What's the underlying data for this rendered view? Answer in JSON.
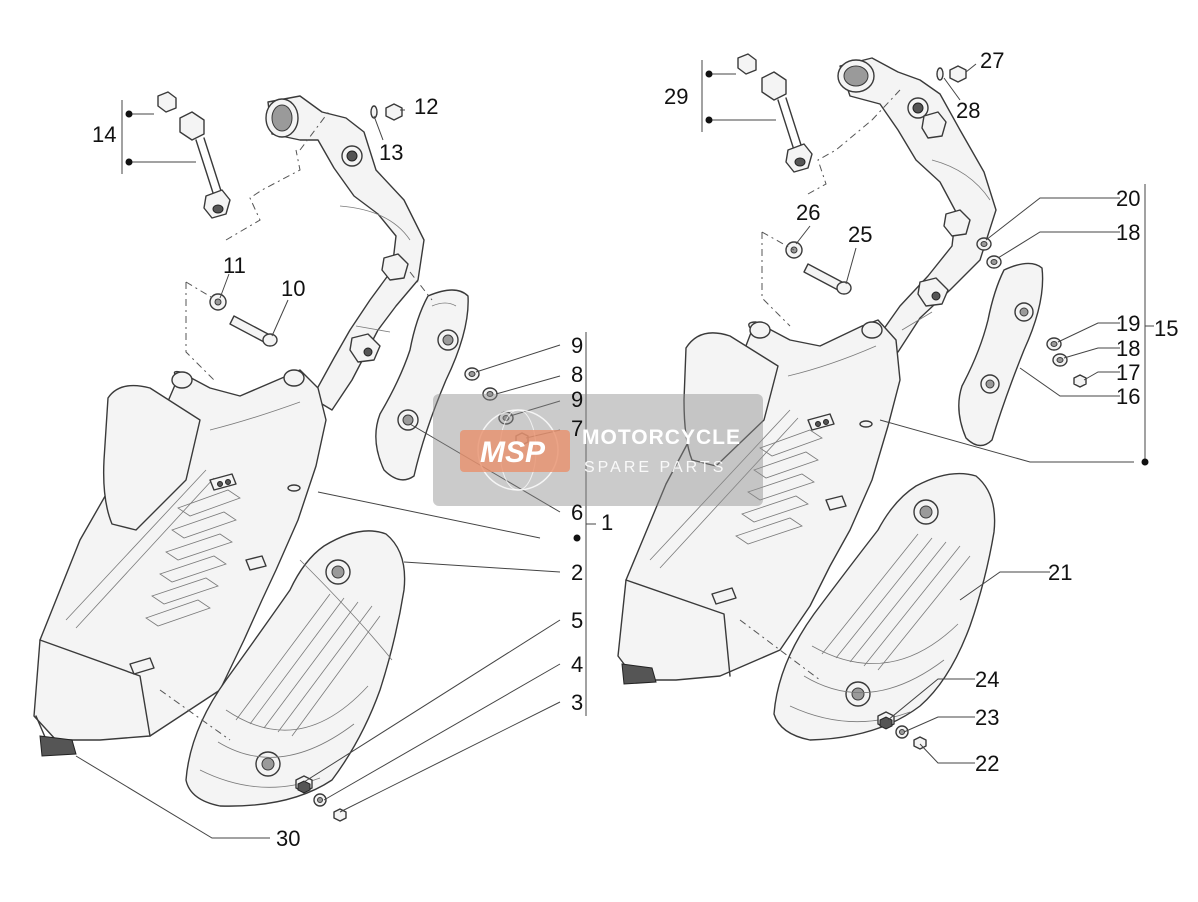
{
  "watermark": {
    "logo": "MSP",
    "line1": "MOTORCYCLE",
    "line2": "SPARE PARTS"
  },
  "callouts": [
    "1",
    "2",
    "3",
    "4",
    "5",
    "6",
    "7",
    "8",
    "9",
    "9",
    "10",
    "11",
    "12",
    "13",
    "14",
    "15",
    "16",
    "17",
    "18",
    "18",
    "19",
    "20",
    "21",
    "22",
    "23",
    "24",
    "25",
    "26",
    "27",
    "28",
    "29",
    "30"
  ]
}
